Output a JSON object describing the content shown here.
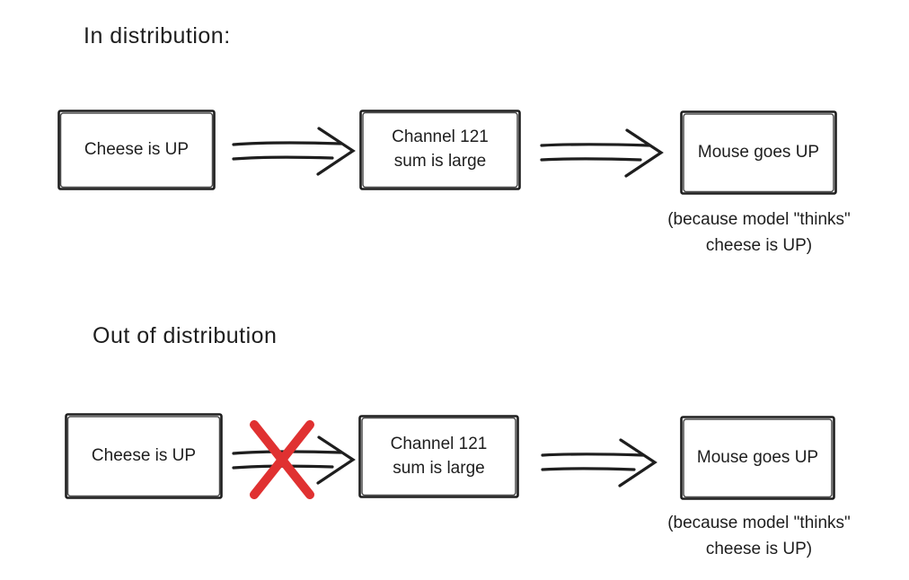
{
  "colors": {
    "stroke": "#1e1e1e",
    "red": "#e03131",
    "bg": "#ffffff"
  },
  "sections": [
    {
      "title": "In distribution:",
      "boxes": [
        {
          "label": "Cheese is UP"
        },
        {
          "label": "Channel 121\nsum is large"
        },
        {
          "label": "Mouse goes UP"
        }
      ],
      "caption": "(because model \"thinks\"\ncheese is UP)"
    },
    {
      "title": "Out of distribution",
      "boxes": [
        {
          "label": "Cheese is UP"
        },
        {
          "label": "Channel 121\nsum is large"
        },
        {
          "label": "Mouse goes UP"
        }
      ],
      "caption": "(because model \"thinks\"\ncheese is UP)",
      "blocked_arrow": true
    }
  ]
}
